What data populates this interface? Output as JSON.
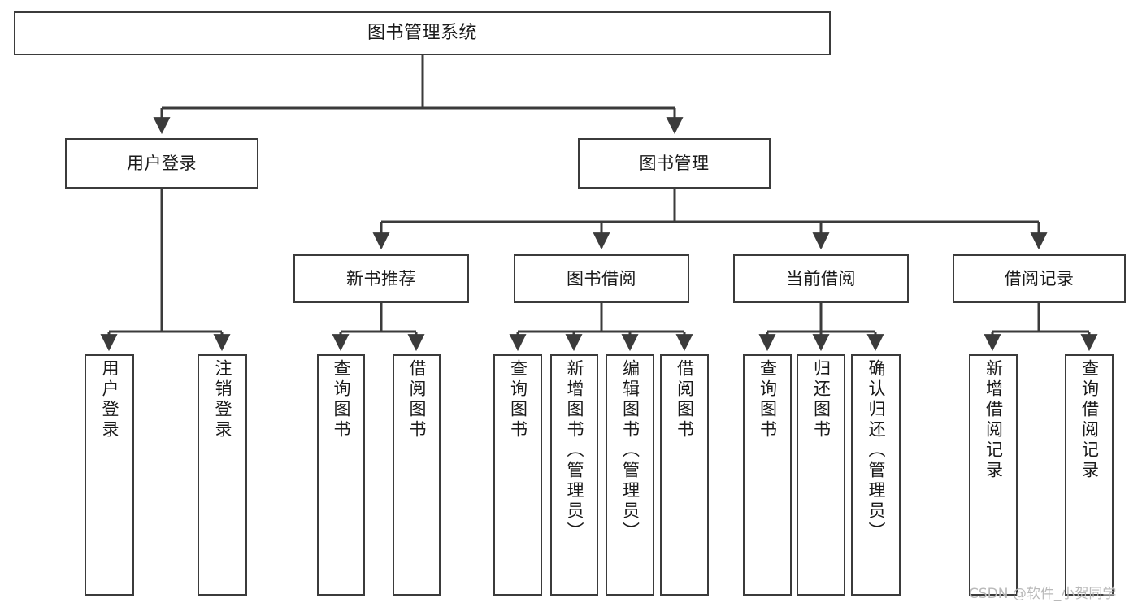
{
  "diagram": {
    "title": "图书管理系统",
    "type": "tree-hierarchy-chart",
    "orientation": "top-down",
    "colors": {
      "box_border": "#3b3b3b",
      "box_fill": "#ffffff",
      "edge": "#3b3b3b",
      "text": "#1a1a1a",
      "background": "#ffffff",
      "watermark": "#b9b9b9"
    }
  },
  "root": {
    "label": "图书管理系统"
  },
  "level2": [
    {
      "label": "用户登录"
    },
    {
      "label": "图书管理"
    }
  ],
  "level3": [
    {
      "label": "新书推荐"
    },
    {
      "label": "图书借阅"
    },
    {
      "label": "当前借阅"
    },
    {
      "label": "借阅记录"
    }
  ],
  "leaves": {
    "user_login": [
      {
        "label": "用户登录"
      },
      {
        "label": "注销登录"
      }
    ],
    "new_book_recommend": [
      {
        "label": "查询图书"
      },
      {
        "label": "借阅图书"
      }
    ],
    "book_borrow": [
      {
        "label": "查询图书"
      },
      {
        "label": "新增图书（管理员）"
      },
      {
        "label": "编辑图书（管理员）"
      },
      {
        "label": "借阅图书"
      }
    ],
    "current_borrow": [
      {
        "label": "查询图书"
      },
      {
        "label": "归还图书"
      },
      {
        "label": "确认归还（管理员）"
      }
    ],
    "borrow_record": [
      {
        "label": "新增借阅记录"
      },
      {
        "label": "查询借阅记录"
      }
    ]
  },
  "watermark": {
    "text": "CSDN @软件_小贺同学"
  }
}
